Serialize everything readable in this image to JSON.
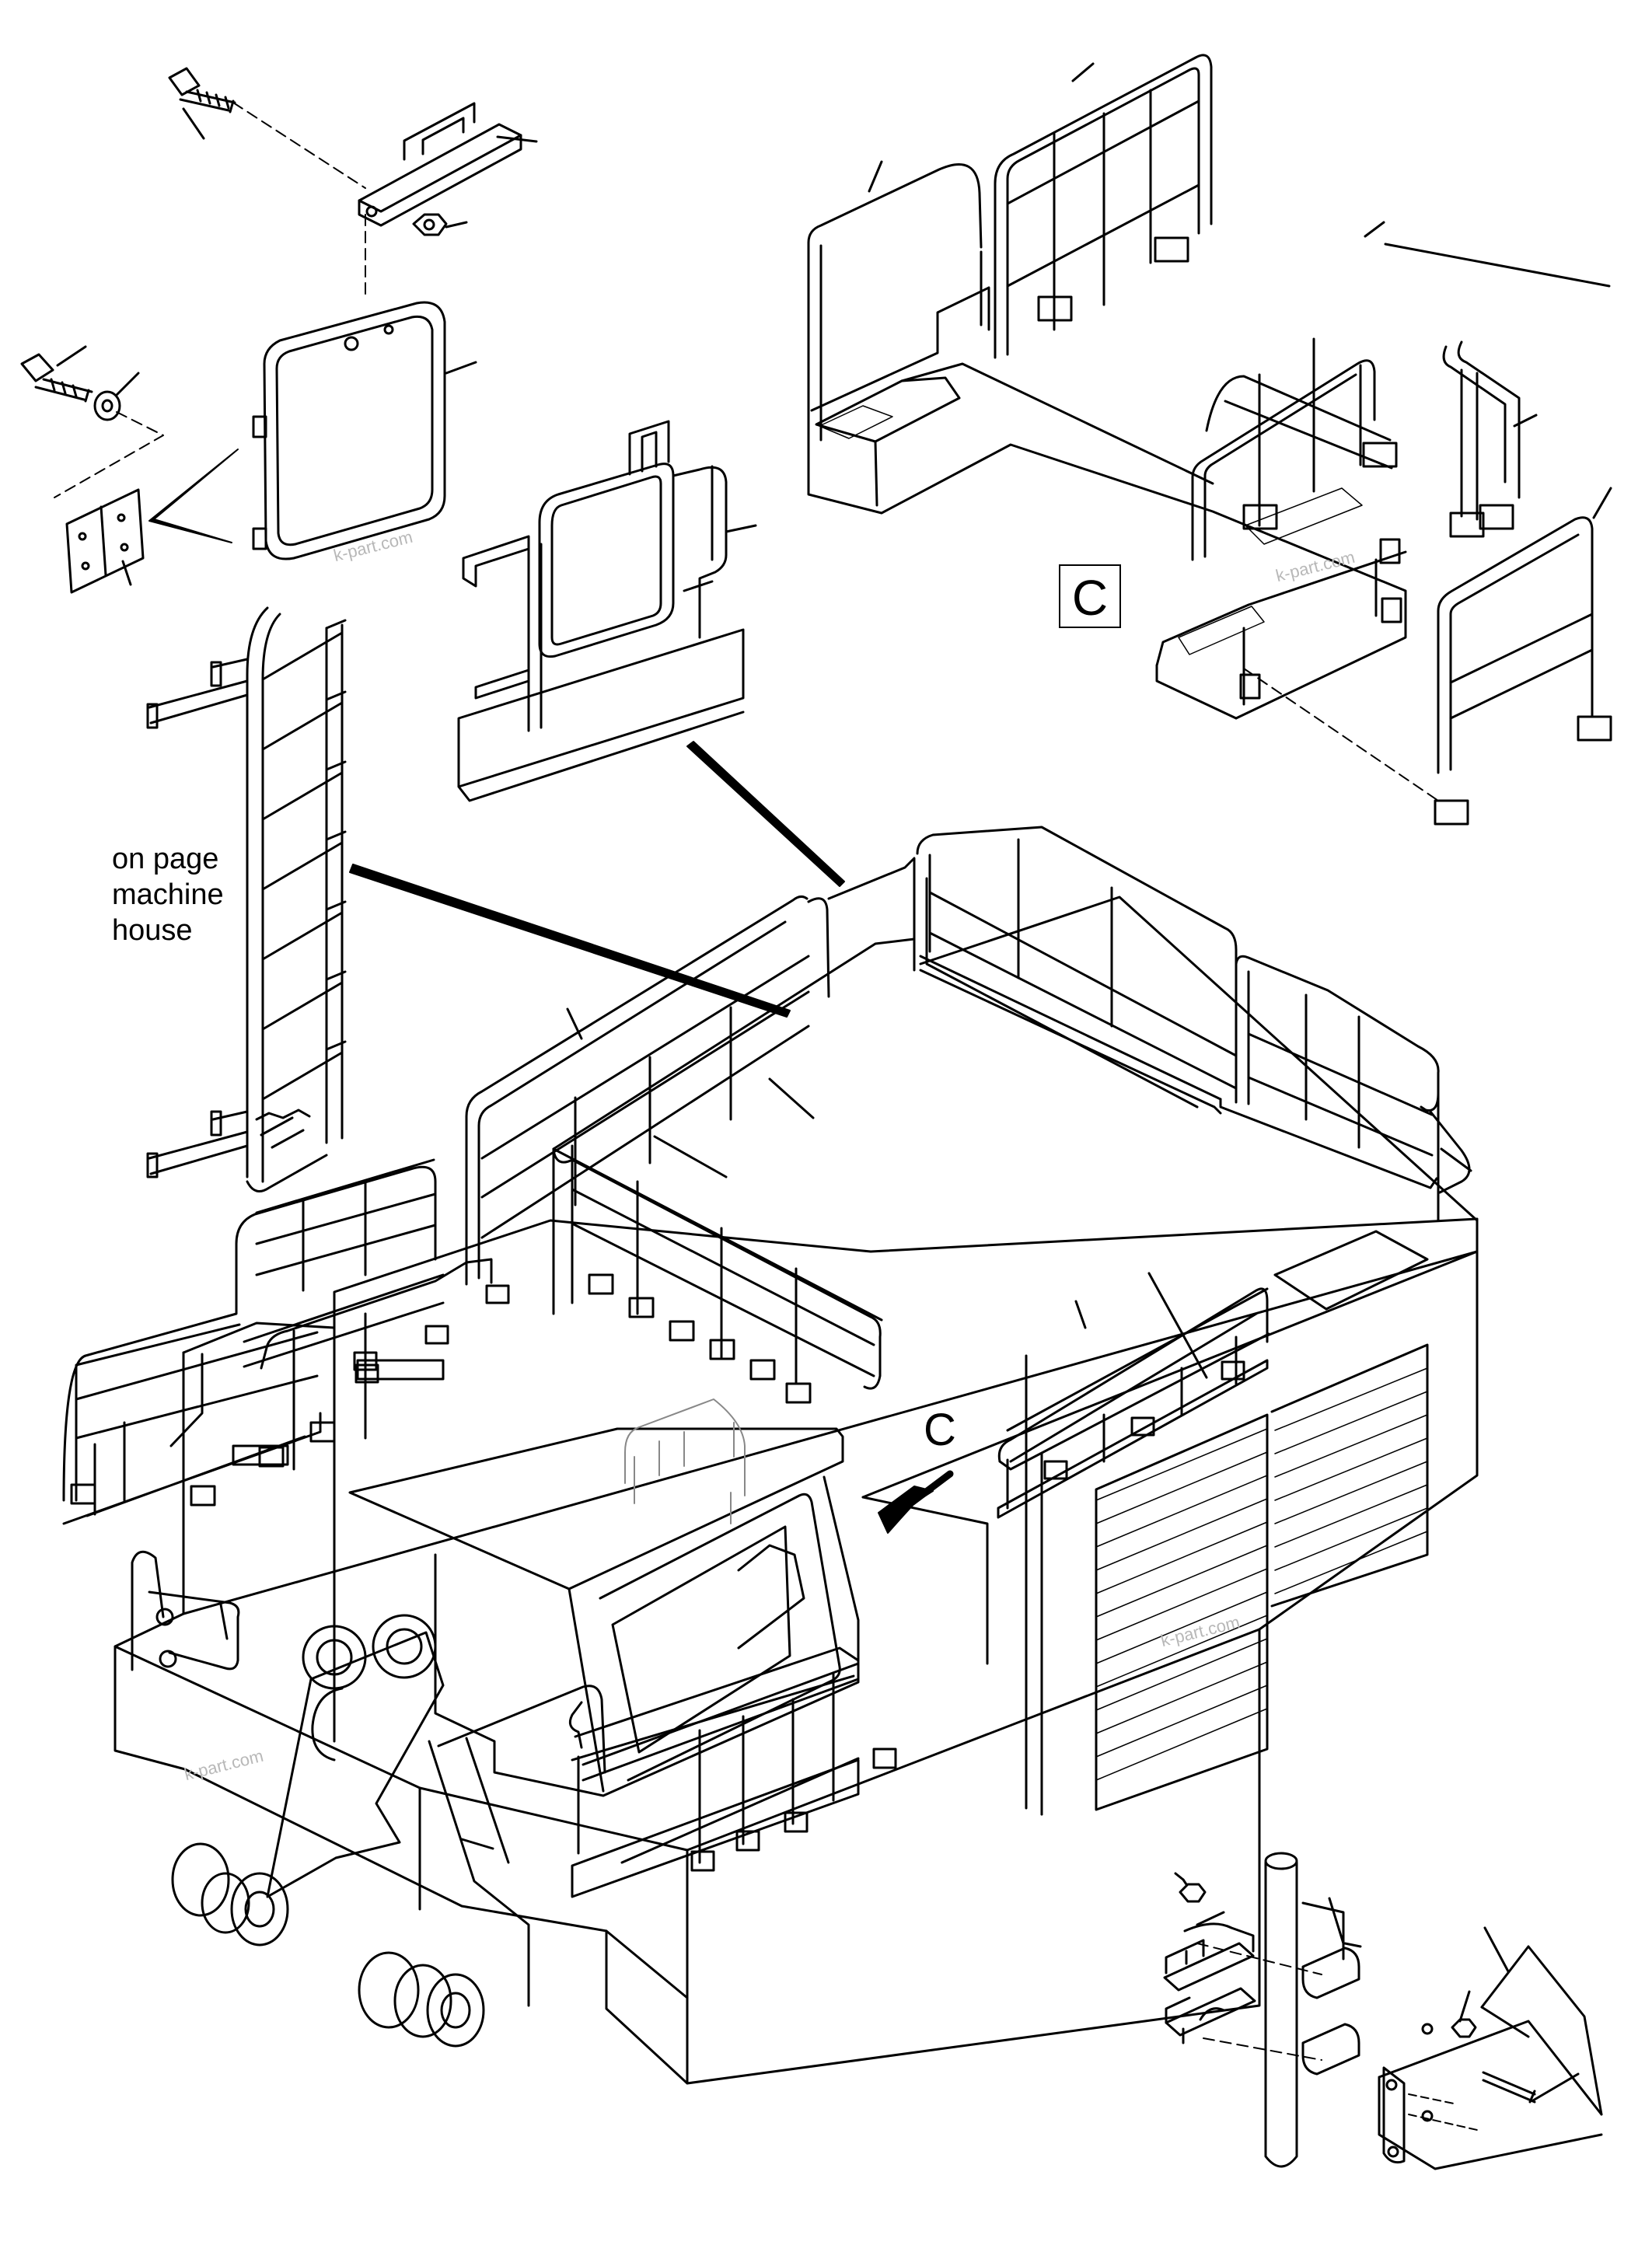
{
  "annotations": {
    "reference_note": [
      "on page",
      "machine",
      "house"
    ],
    "view_callout_box": "C",
    "view_arrow_label": "C"
  },
  "watermarks": [
    "k-part.com",
    "k-part.com",
    "k-part.com",
    "k-part.com"
  ],
  "colors": {
    "line": "#000000",
    "background": "#ffffff",
    "watermark": "#b8b8b8"
  }
}
